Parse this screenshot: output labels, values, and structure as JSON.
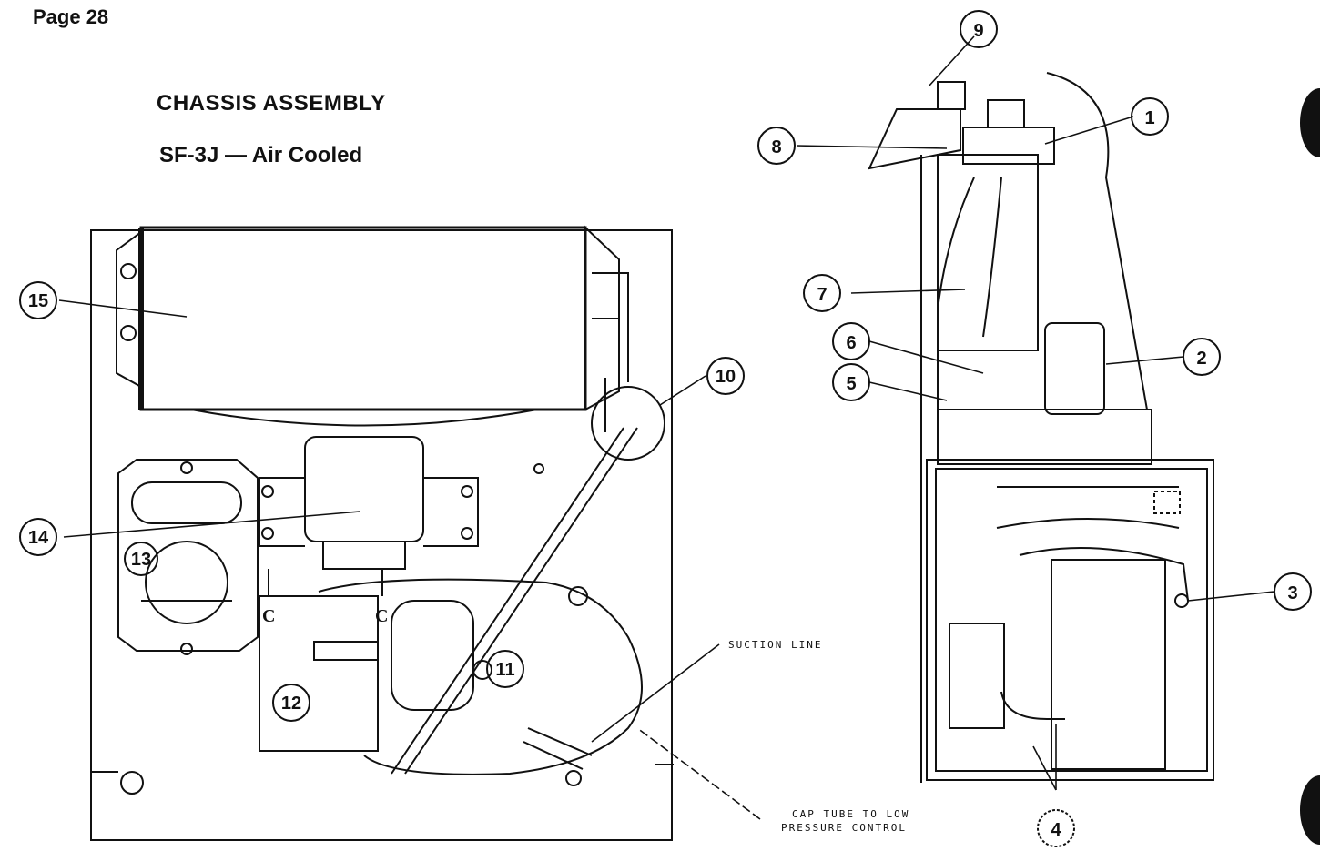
{
  "page": {
    "label": "Page 28"
  },
  "header": {
    "title": "CHASSIS ASSEMBLY",
    "subtitle": "SF-3J — Air Cooled"
  },
  "annotations": {
    "suction_line": "SUCTION LINE",
    "cap_tube_line1": "CAP TUBE TO LOW",
    "cap_tube_line2": "PRESSURE CONTROL",
    "section_marker": "C"
  },
  "callouts": [
    "1",
    "2",
    "3",
    "4",
    "5",
    "6",
    "7",
    "8",
    "9",
    "10",
    "11",
    "12",
    "13",
    "14",
    "15"
  ]
}
